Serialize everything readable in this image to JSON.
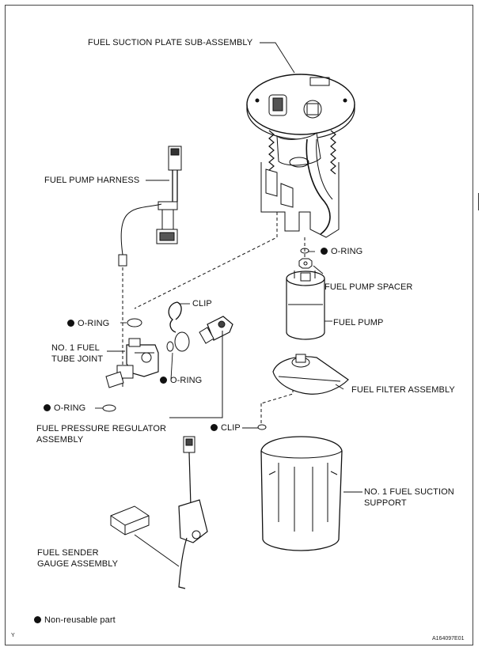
{
  "labels": {
    "plate": "FUEL SUCTION PLATE SUB-ASSEMBLY",
    "harness": "FUEL PUMP HARNESS",
    "oring_pump": "O-RING",
    "spacer": "FUEL PUMP SPACER",
    "clip_top": "CLIP",
    "oring_left": "O-RING",
    "fuel_pump": "FUEL PUMP",
    "tube_joint_1": "NO. 1 FUEL",
    "tube_joint_2": "TUBE JOINT",
    "oring_mid": "O-RING",
    "filter": "FUEL FILTER ASSEMBLY",
    "oring_bottom": "O-RING",
    "regulator_1": "FUEL PRESSURE REGULATOR",
    "regulator_2": "ASSEMBLY",
    "clip_bottom": "CLIP",
    "support_1": "NO. 1 FUEL SUCTION",
    "support_2": "SUPPORT",
    "sender_1": "FUEL SENDER",
    "sender_2": "GAUGE ASSEMBLY"
  },
  "legend": {
    "text": "Non-reusable part"
  },
  "footer": {
    "left": "Y",
    "right": "A164097E01"
  },
  "colors": {
    "line": "#111111",
    "background": "#ffffff"
  }
}
